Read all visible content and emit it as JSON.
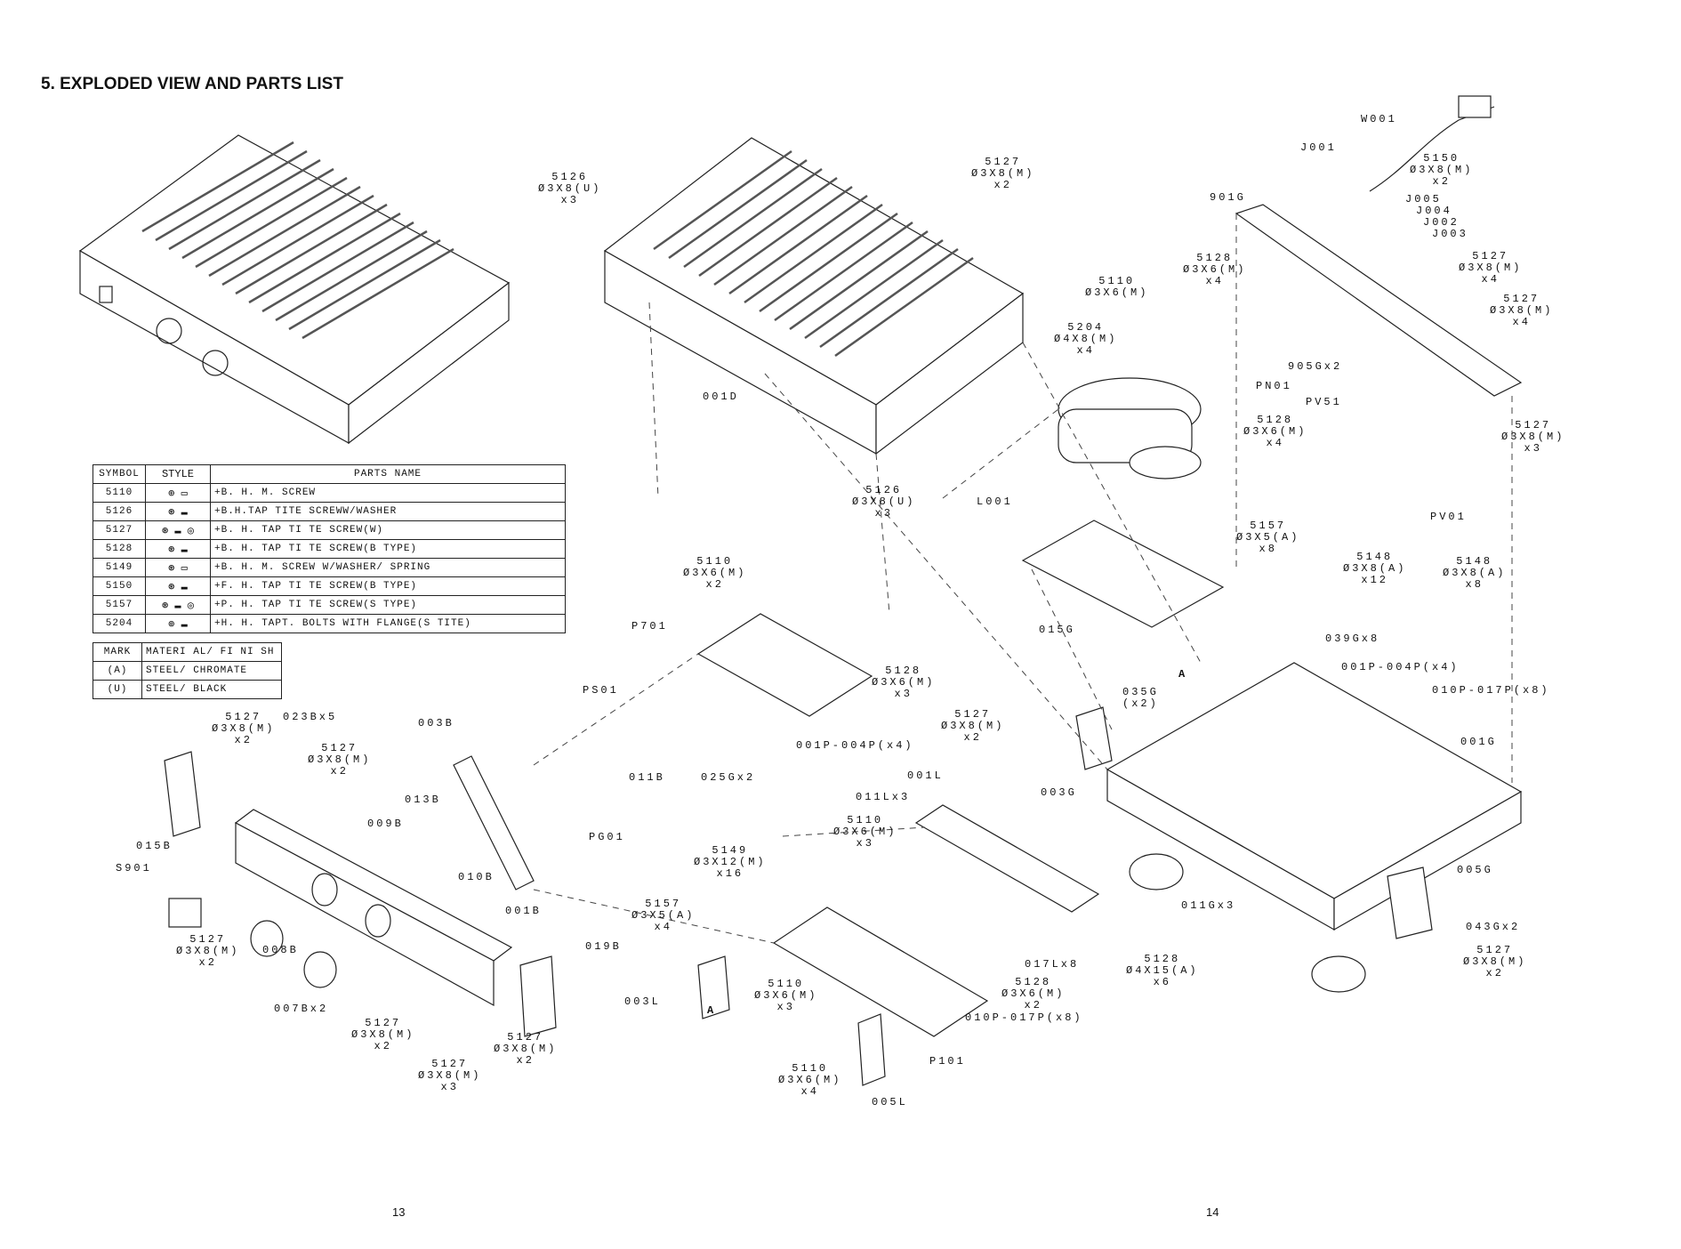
{
  "header": {
    "title": "5. EXPLODED VIEW AND PARTS LIST"
  },
  "parts_table": {
    "headers": [
      "SYMBOL",
      "STYLE",
      "PARTS NAME"
    ],
    "rows": [
      {
        "symbol": "5110",
        "style": "⊕ ▭",
        "name": "+B. H. M. SCREW"
      },
      {
        "symbol": "5126",
        "style": "⊛ ▬",
        "name": "+B.H.TAP TITE SCREWW/WASHER"
      },
      {
        "symbol": "5127",
        "style": "⊛ ▬ ◎",
        "name": "+B. H. TAP TI TE SCREW(W)"
      },
      {
        "symbol": "5128",
        "style": "⊛ ▬",
        "name": "+B. H. TAP TI TE SCREW(B TYPE)"
      },
      {
        "symbol": "5149",
        "style": "⊛ ▭",
        "name": "+B. H. M. SCREW W/WASHER/ SPRING"
      },
      {
        "symbol": "5150",
        "style": "⊛ ▬",
        "name": "+F. H. TAP TI TE SCREW(B TYPE)"
      },
      {
        "symbol": "5157",
        "style": "⊛ ▬ ◎",
        "name": "+P. H. TAP TI TE SCREW(S TYPE)"
      },
      {
        "symbol": "5204",
        "style": "⊚ ▬",
        "name": "+H. H. TAPT. BOLTS WITH FLANGE(S TITE)"
      }
    ]
  },
  "material_table": {
    "headers": [
      "MARK",
      "MATERI AL/ FI NI SH"
    ],
    "rows": [
      {
        "mark": "(A)",
        "material": "STEEL/ CHROMATE"
      },
      {
        "mark": "(U)",
        "material": "STEEL/ BLACK"
      }
    ]
  },
  "callouts": [
    {
      "id": "w001",
      "text": "W001"
    },
    {
      "id": "j001",
      "text": "J001"
    },
    {
      "id": "s5150",
      "text": "5150\nØ3X8(M)\nx2"
    },
    {
      "id": "j005",
      "text": "J005"
    },
    {
      "id": "j004",
      "text": "J004"
    },
    {
      "id": "j002",
      "text": "J002"
    },
    {
      "id": "j003",
      "text": "J003"
    },
    {
      "id": "g901",
      "text": "901G"
    },
    {
      "id": "s5127a",
      "text": "5127\nØ3X8(M)\nx4"
    },
    {
      "id": "s5127b",
      "text": "5127\nØ3X8(M)\nx4"
    },
    {
      "id": "s5128a",
      "text": "5128\nØ3X6(M)\nx4"
    },
    {
      "id": "s5110a",
      "text": "5110\nØ3X6(M)"
    },
    {
      "id": "s5204",
      "text": "5204\nØ4X8(M)\nx4"
    },
    {
      "id": "g905",
      "text": "905Gx2"
    },
    {
      "id": "pn01",
      "text": "PN01"
    },
    {
      "id": "pv51",
      "text": "PV51"
    },
    {
      "id": "s5128b",
      "text": "5128\nØ3X6(M)\nx4"
    },
    {
      "id": "s5127c",
      "text": "5127\nØ3X8(M)\nx3"
    },
    {
      "id": "pv01",
      "text": "PV01"
    },
    {
      "id": "s5126a",
      "text": "5126\nØ3X8(U)\nx3"
    },
    {
      "id": "s5127d",
      "text": "5127\nØ3X8(M)\nx2"
    },
    {
      "id": "d001",
      "text": "001D"
    },
    {
      "id": "s5126b",
      "text": "5126\nØ3X8(U)\nx3"
    },
    {
      "id": "l001",
      "text": "L001"
    },
    {
      "id": "s5157a",
      "text": "5157\nØ3X5(A)\nx8"
    },
    {
      "id": "g015",
      "text": "015G"
    },
    {
      "id": "s5148a",
      "text": "5148\nØ3X8(A)\nx12"
    },
    {
      "id": "s5148b",
      "text": "5148\nØ3X8(A)\nx8"
    },
    {
      "id": "g039",
      "text": "039Gx8"
    },
    {
      "id": "p001a",
      "text": "001P-004P(x4)"
    },
    {
      "id": "p010a",
      "text": "010P-017P(x8)"
    },
    {
      "id": "s5110b",
      "text": "5110\nØ3X6(M)\nx2"
    },
    {
      "id": "p701",
      "text": "P701"
    },
    {
      "id": "s5128c",
      "text": "5128\nØ3X6(M)\nx3"
    },
    {
      "id": "g035",
      "text": "035G\n(x2)"
    },
    {
      "id": "arrowA1",
      "text": "A"
    },
    {
      "id": "s5127e",
      "text": "5127\nØ3X8(M)\nx2"
    },
    {
      "id": "g001",
      "text": "001G"
    },
    {
      "id": "g003",
      "text": "003G"
    },
    {
      "id": "ps01",
      "text": "PS01"
    },
    {
      "id": "b011",
      "text": "011B"
    },
    {
      "id": "pg01",
      "text": "PG01"
    },
    {
      "id": "p001b",
      "text": "001P-004P(x4)"
    },
    {
      "id": "g025",
      "text": "025Gx2"
    },
    {
      "id": "l001b",
      "text": "001L"
    },
    {
      "id": "l011",
      "text": "011Lx3"
    },
    {
      "id": "s5110c",
      "text": "5110\nØ3X6(M)\nx3"
    },
    {
      "id": "s5149",
      "text": "5149\nØ3X12(M)\nx16"
    },
    {
      "id": "s5157b",
      "text": "5157\nØ3X5(A)\nx4"
    },
    {
      "id": "l003",
      "text": "003L"
    },
    {
      "id": "arrowA2",
      "text": "A"
    },
    {
      "id": "s5110d",
      "text": "5110\nØ3X6(M)\nx3"
    },
    {
      "id": "g011",
      "text": "011Gx3"
    },
    {
      "id": "s5128d",
      "text": "5128\nØ4X15(A)\nx6"
    },
    {
      "id": "g005",
      "text": "005G"
    },
    {
      "id": "g043",
      "text": "043Gx2"
    },
    {
      "id": "s5127f",
      "text": "5127\nØ3X8(M)\nx2"
    },
    {
      "id": "l017",
      "text": "017Lx8"
    },
    {
      "id": "s5128e",
      "text": "5128\nØ3X6(M)\nx2"
    },
    {
      "id": "p010b",
      "text": "010P-017P(x8)"
    },
    {
      "id": "p101",
      "text": "P101"
    },
    {
      "id": "s5110e",
      "text": "5110\nØ3X6(M)\nx4"
    },
    {
      "id": "l005",
      "text": "005L"
    },
    {
      "id": "s5127g",
      "text": "5127\nØ3X8(M)\nx2"
    },
    {
      "id": "b023",
      "text": "023Bx5"
    },
    {
      "id": "s5127h",
      "text": "5127\nØ3X8(M)\nx2"
    },
    {
      "id": "b003",
      "text": "003B"
    },
    {
      "id": "b015",
      "text": "015B"
    },
    {
      "id": "s901",
      "text": "S901"
    },
    {
      "id": "b013",
      "text": "013B"
    },
    {
      "id": "b009",
      "text": "009B"
    },
    {
      "id": "b010",
      "text": "010B"
    },
    {
      "id": "b001",
      "text": "001B"
    },
    {
      "id": "b019",
      "text": "019B"
    },
    {
      "id": "s5127i",
      "text": "5127\nØ3X8(M)\nx2"
    },
    {
      "id": "b008",
      "text": "008B"
    },
    {
      "id": "b007",
      "text": "007Bx2"
    },
    {
      "id": "s5127j",
      "text": "5127\nØ3X8(M)\nx2"
    },
    {
      "id": "s5127k",
      "text": "5127\nØ3X8(M)\nx2"
    },
    {
      "id": "s5127l",
      "text": "5127\nØ3X8(M)\nx3"
    }
  ],
  "footer": {
    "page_left": "13",
    "page_right": "14"
  }
}
